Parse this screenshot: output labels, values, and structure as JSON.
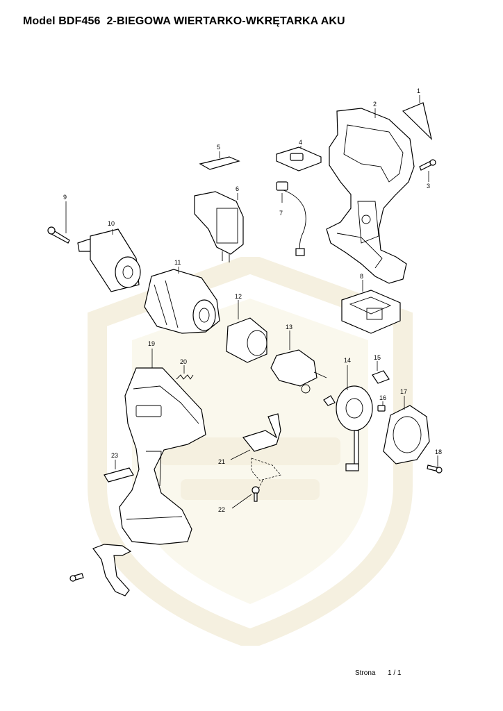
{
  "header": {
    "title": "Model BDF456  2-BIEGOWA WIERTARKO-WKRĘTARKA AKU"
  },
  "diagram": {
    "part_numbers": [
      "1",
      "2",
      "3",
      "4",
      "5",
      "6",
      "7",
      "8",
      "9",
      "10",
      "11",
      "12",
      "13",
      "14",
      "15",
      "16",
      "17",
      "18",
      "19",
      "20",
      "21",
      "22",
      "23"
    ]
  },
  "footer": {
    "page_label": "Strona",
    "page_value": "1 / 1"
  },
  "colors": {
    "watermark": "#d9c77a",
    "line": "#000000"
  }
}
